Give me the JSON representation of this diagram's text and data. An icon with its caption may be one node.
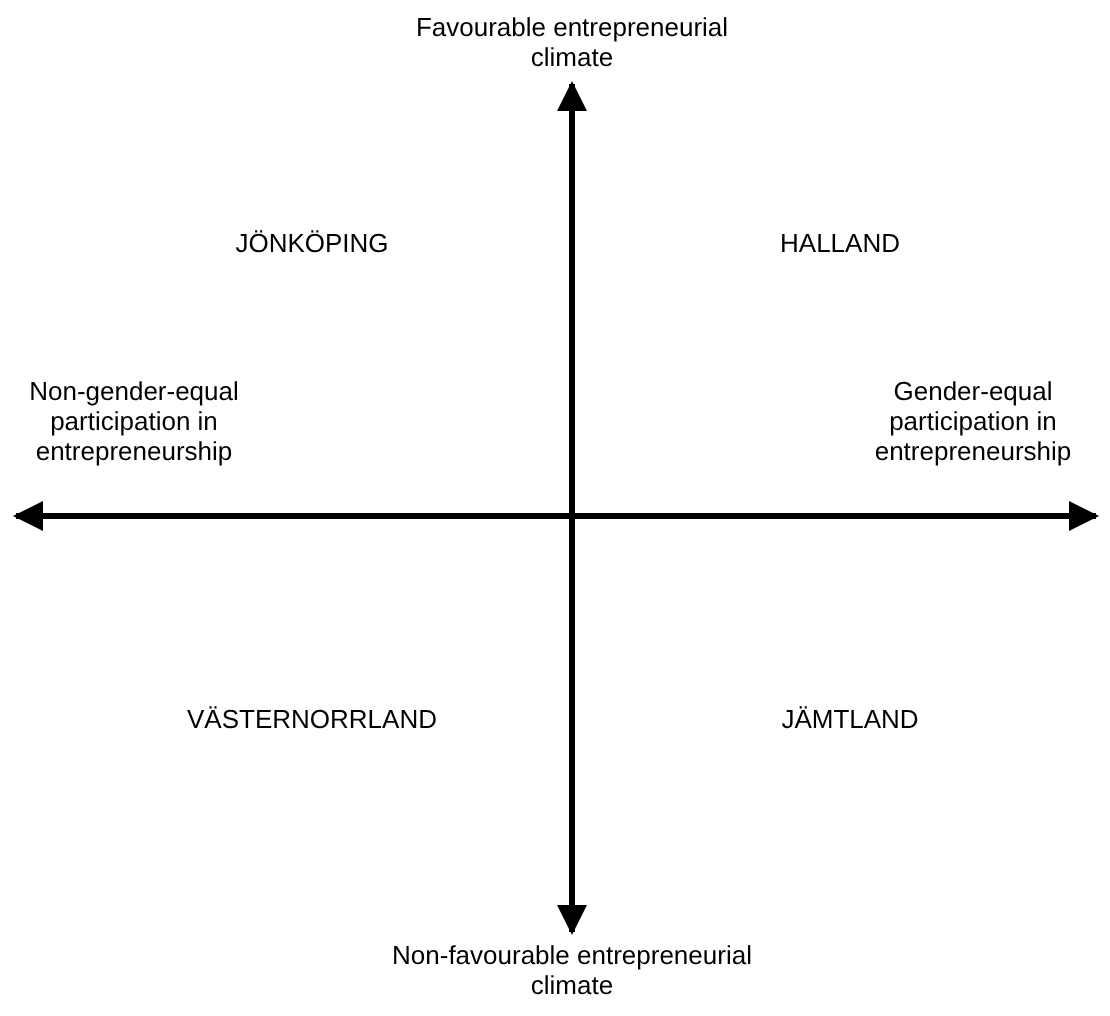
{
  "diagram": {
    "labels": [
      "Favourable entrepreneurial climate",
      "JÖNKÖPING",
      "HALLAND",
      "Non-gender-equal participation in entrepreneurship",
      "Gender-equal participation in entrepreneurship",
      "VÄSTERNORRLAND",
      "JÄMTLAND",
      "Non-favourable entrepreneurial climate"
    ]
  }
}
